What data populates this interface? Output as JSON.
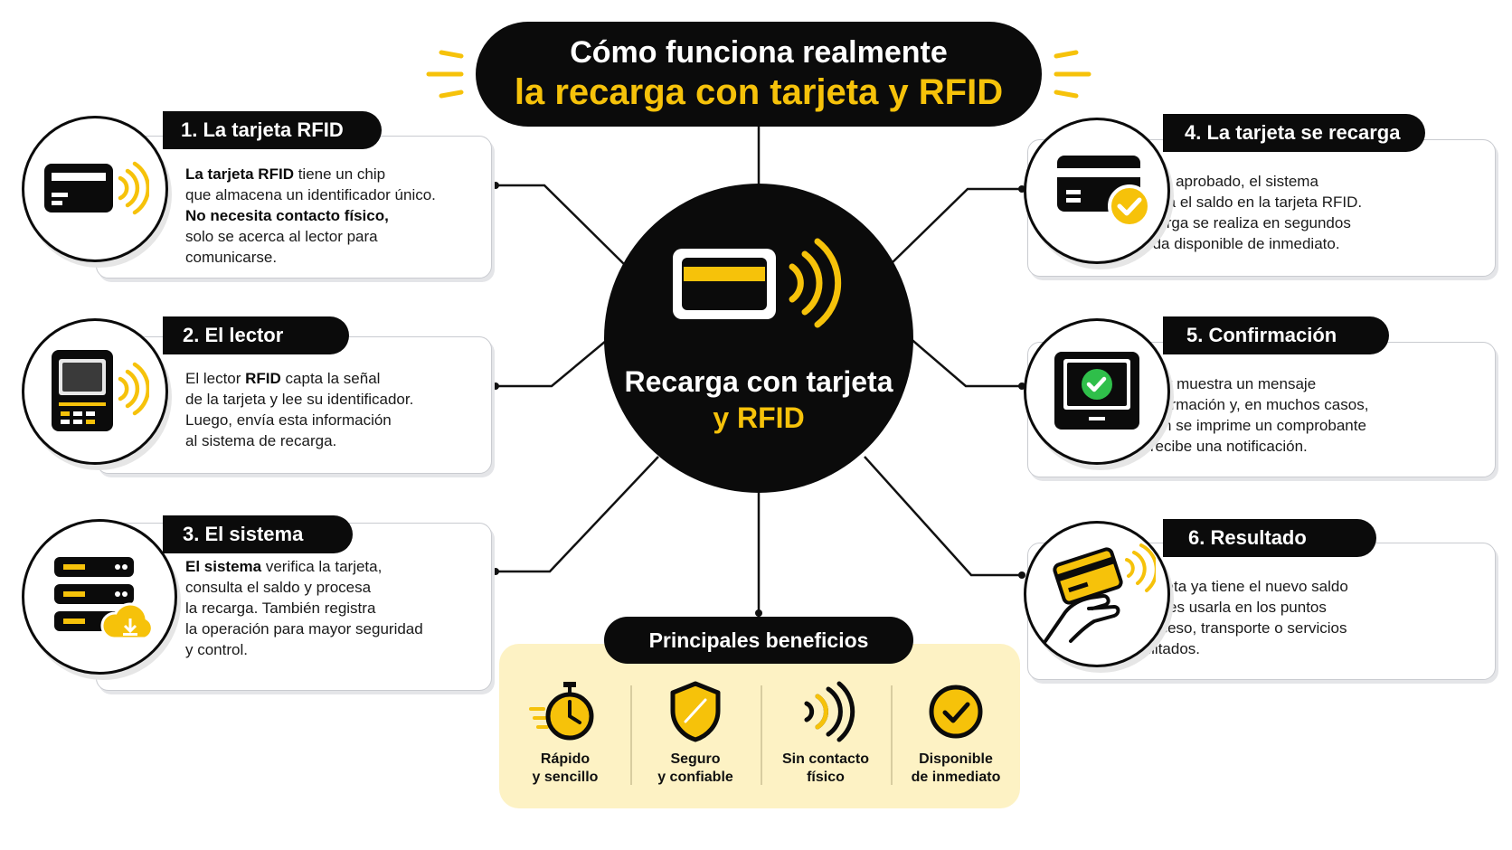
{
  "title": {
    "line1": "Cómo funciona realmente",
    "line2": "la recarga con tarjeta y RFID"
  },
  "hub": {
    "line1": "Recarga con tarjeta",
    "line2": "y RFID"
  },
  "steps": [
    {
      "title": "1. La tarjeta RFID",
      "icon": "rfid-card-icon",
      "lines": [
        {
          "bold": "La tarjeta RFID",
          "rest": " tiene un chip"
        },
        {
          "bold": "",
          "rest": "que almacena un identificador único."
        },
        {
          "bold": "No necesita contacto físico,",
          "rest": ""
        },
        {
          "bold": "",
          "rest": "solo se acerca al lector para"
        },
        {
          "bold": "",
          "rest": "comunicarse."
        }
      ]
    },
    {
      "title": "2. El lector",
      "icon": "rfid-reader-icon",
      "lines": [
        {
          "bold": "",
          "rest": "El lector "
        },
        {
          "bold": "",
          "rest": "de la tarjeta y lee su identificador."
        },
        {
          "bold": "",
          "rest": "Luego, envía esta información"
        },
        {
          "bold": "",
          "rest": "al sistema de recarga."
        }
      ],
      "first_line": {
        "pre": "El lector ",
        "bold": "RFID",
        "rest": " capta la señal"
      }
    },
    {
      "title": "3. El sistema",
      "icon": "server-cloud-icon",
      "lines": [
        {
          "bold": "El sistema",
          "rest": " verifica la tarjeta,"
        },
        {
          "bold": "",
          "rest": "consulta el saldo y procesa"
        },
        {
          "bold": "",
          "rest": "la recarga. También registra"
        },
        {
          "bold": "",
          "rest": "la operación para mayor seguridad"
        },
        {
          "bold": "",
          "rest": "y control."
        }
      ]
    },
    {
      "title": "4. La tarjeta se recarga",
      "icon": "card-check-icon",
      "lines": [
        {
          "bold": "",
          "rest": "Una vez aprobado, el sistema"
        },
        {
          "bold": "",
          "rest": "actualiza el saldo en la tarjeta RFID."
        },
        {
          "bold": "",
          "rest": "La recarga se realiza en segundos"
        },
        {
          "bold": "",
          "rest": "y queda disponible de inmediato."
        }
      ]
    },
    {
      "title": "5. Confirmación",
      "icon": "monitor-check-icon",
      "lines": [
        {
          "bold": "",
          "rest": "El lector muestra un mensaje"
        },
        {
          "bold": "",
          "rest": "de confirmación y, en muchos casos,"
        },
        {
          "bold": "",
          "rest": "también se imprime un comprobante"
        },
        {
          "bold": "",
          "rest": "o se recibe una notificación."
        }
      ]
    },
    {
      "title": "6. Resultado",
      "icon": "hand-card-icon",
      "lines": [
        {
          "bold": "",
          "rest": "Tu tarjeta ya tiene el nuevo saldo"
        },
        {
          "bold": "",
          "rest": "y puedes usarla en los puntos"
        },
        {
          "bold": "",
          "rest": "de acceso, transporte o servicios"
        },
        {
          "bold": "",
          "rest": "habilitados."
        }
      ]
    }
  ],
  "benefits": {
    "title": "Principales beneficios",
    "items": [
      {
        "line1": "Rápido",
        "line2": "y sencillo",
        "icon": "stopwatch-icon"
      },
      {
        "line1": "Seguro",
        "line2": "y confiable",
        "icon": "shield-icon"
      },
      {
        "line1": "Sin contacto",
        "line2": "físico",
        "icon": "contactless-icon"
      },
      {
        "line1": "Disponible",
        "line2": "de inmediato",
        "icon": "check-circle-icon"
      }
    ]
  },
  "colors": {
    "accent": "#f6c20a",
    "dark": "#0b0b0b",
    "benefits_bg": "#fdf2c4",
    "card_border": "#c9cbd0"
  }
}
